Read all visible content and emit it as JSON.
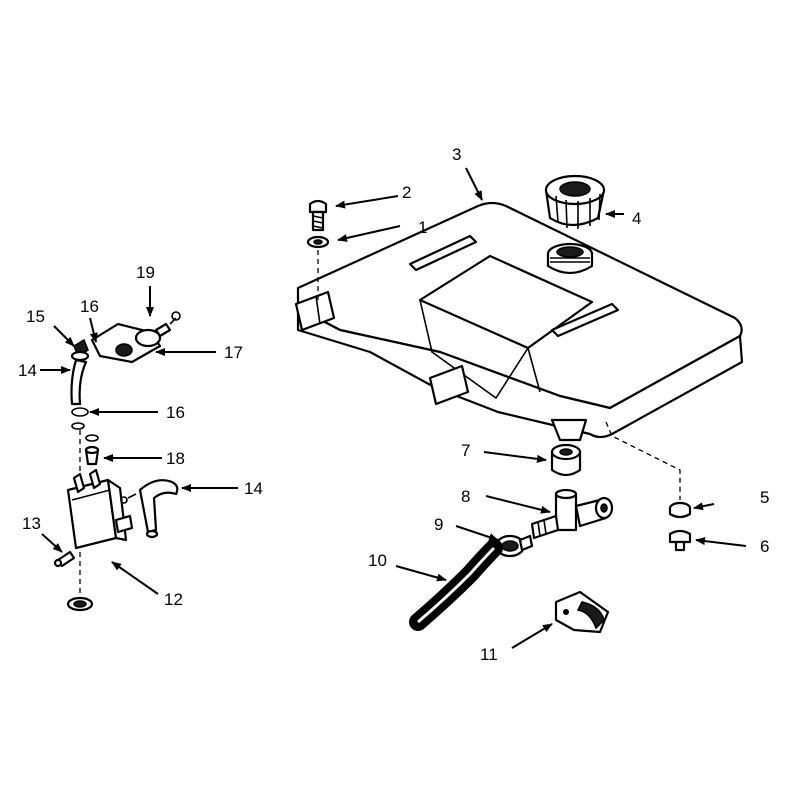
{
  "callouts": [
    {
      "id": "c1",
      "text": "1"
    },
    {
      "id": "c2",
      "text": "2"
    },
    {
      "id": "c3",
      "text": "3"
    },
    {
      "id": "c4",
      "text": "4"
    },
    {
      "id": "c5",
      "text": "5"
    },
    {
      "id": "c6",
      "text": "6"
    },
    {
      "id": "c7",
      "text": "7"
    },
    {
      "id": "c8",
      "text": "8"
    },
    {
      "id": "c9",
      "text": "9"
    },
    {
      "id": "c10",
      "text": "10"
    },
    {
      "id": "c11",
      "text": "11"
    },
    {
      "id": "c12",
      "text": "12"
    },
    {
      "id": "c13",
      "text": "13"
    },
    {
      "id": "c14a",
      "text": "14"
    },
    {
      "id": "c14b",
      "text": "14"
    },
    {
      "id": "c15",
      "text": "15"
    },
    {
      "id": "c16a",
      "text": "16"
    },
    {
      "id": "c16b",
      "text": "16"
    },
    {
      "id": "c17",
      "text": "17"
    },
    {
      "id": "c18",
      "text": "18"
    },
    {
      "id": "c19",
      "text": "19"
    }
  ],
  "colors": {
    "ink": "#000000",
    "background": "#ffffff"
  }
}
